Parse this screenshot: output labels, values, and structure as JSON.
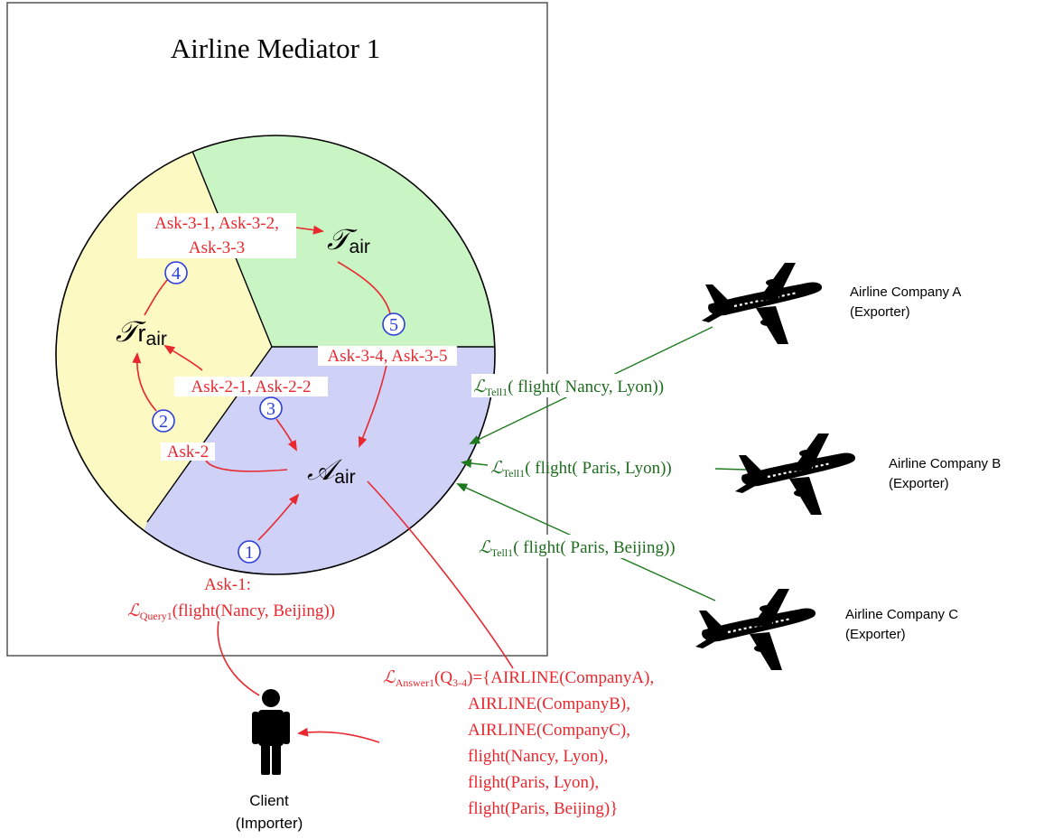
{
  "title": "Airline Mediator 1",
  "sectors": {
    "t_air": {
      "symbol": "𝒯",
      "sub": "air"
    },
    "tr_air": {
      "symbol": "𝒯",
      "main": "r",
      "sub": "air"
    },
    "a_air": {
      "symbol": "𝒜",
      "sub": "air"
    }
  },
  "labels": {
    "ask31_line1": "Ask-3-1, Ask-3-2,",
    "ask31_line2": "Ask-3-3",
    "ask34": "Ask-3-4, Ask-3-5",
    "ask21": "Ask-2-1, Ask-2-2",
    "ask2": "Ask-2",
    "ask1": "Ask-1:",
    "query_prefix": "ℒ",
    "query_sub": "Query1",
    "query_body": "(flight(Nancy, Beijing))"
  },
  "steps": [
    "1",
    "2",
    "3",
    "4",
    "5"
  ],
  "tells": [
    {
      "prefix": "ℒ",
      "sub": "Tell1",
      "body": "( flight( Nancy, Lyon))"
    },
    {
      "prefix": "ℒ",
      "sub": "Tell1",
      "body": "( flight( Paris, Lyon))"
    },
    {
      "prefix": "ℒ",
      "sub": "Tell1",
      "body": "( flight( Paris, Beijing))"
    }
  ],
  "companies": [
    {
      "name": "Airline Company A",
      "role": "(Exporter)"
    },
    {
      "name": "Airline Company B",
      "role": "(Exporter)"
    },
    {
      "name": "Airline Company C",
      "role": "(Exporter)"
    }
  ],
  "answer": {
    "prefix": "ℒ",
    "sub": "Answer1",
    "q": "(Q",
    "q_sub": "3-4",
    "first_rest": ")={AIRLINE(CompanyA),",
    "lines": [
      "AIRLINE(CompanyB),",
      "AIRLINE(CompanyC),",
      "flight(Nancy, Lyon),",
      "flight(Paris, Lyon),",
      "flight(Paris, Beijing)}"
    ]
  },
  "client": {
    "name": "Client",
    "role": "(Importer)"
  },
  "colors": {
    "green_sector": "#c9f4c3",
    "yellow_sector": "#fcf9c2",
    "blue_sector": "#cfd1f6",
    "red": "#e8282f",
    "green": "#1f6d1f",
    "blue": "#2b3fd6"
  }
}
